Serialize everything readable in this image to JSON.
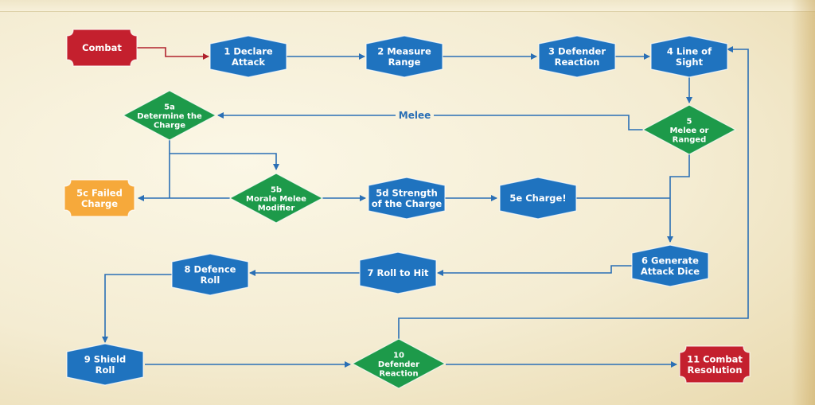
{
  "title": "Combat flowchart",
  "colors": {
    "blue": "#1f73bf",
    "green": "#1d9a4a",
    "red": "#c4202e",
    "orange": "#f6a93b",
    "line": "#2a6fb5"
  },
  "nodes": {
    "combat": {
      "lines": [
        "Combat"
      ]
    },
    "n1": {
      "lines": [
        "1 Declare",
        "Attack"
      ]
    },
    "n2": {
      "lines": [
        "2 Measure",
        "Range"
      ]
    },
    "n3": {
      "lines": [
        "3 Defender",
        "Reaction"
      ]
    },
    "n4": {
      "lines": [
        "4 Line of",
        "Sight"
      ]
    },
    "n5": {
      "lines": [
        "5",
        "Melee or",
        "Ranged"
      ]
    },
    "n5a": {
      "lines": [
        "5a",
        "Determine the",
        "Charge"
      ]
    },
    "n5b": {
      "lines": [
        "5b",
        "Morale Melee",
        "Modifier"
      ]
    },
    "n5c": {
      "lines": [
        "5c Failed",
        "Charge"
      ]
    },
    "n5d": {
      "lines": [
        "5d Strength",
        "of the Charge"
      ]
    },
    "n5e": {
      "lines": [
        "5e Charge!"
      ]
    },
    "n6": {
      "lines": [
        "6 Generate",
        "Attack Dice"
      ]
    },
    "n7": {
      "lines": [
        "7 Roll to Hit"
      ]
    },
    "n8": {
      "lines": [
        "8 Defence",
        "Roll"
      ]
    },
    "n9": {
      "lines": [
        "9 Shield",
        "Roll"
      ]
    },
    "n10": {
      "lines": [
        "10",
        "Defender",
        "Reaction"
      ]
    },
    "n11": {
      "lines": [
        "11 Combat",
        "Resolution"
      ]
    }
  },
  "edge_labels": {
    "melee": "Melee"
  }
}
